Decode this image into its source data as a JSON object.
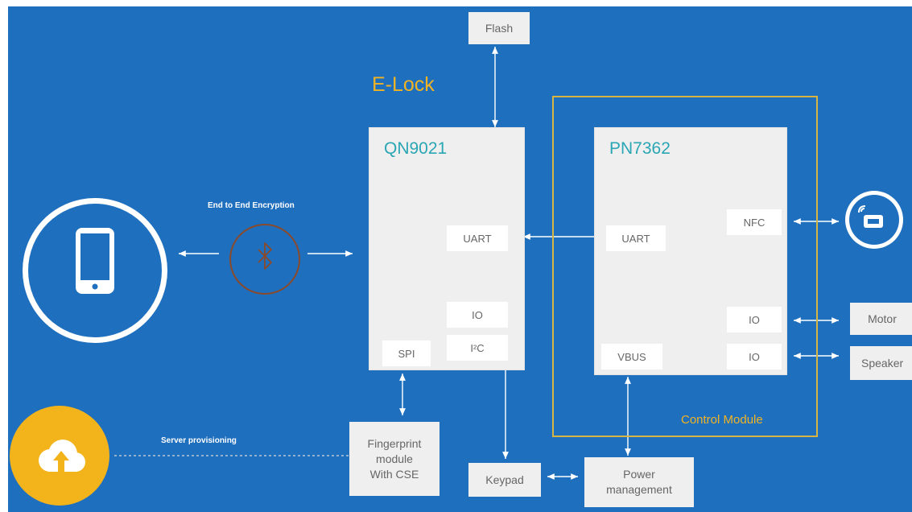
{
  "diagram": {
    "system_title": "E-Lock",
    "control_module_label": "Control Module",
    "bt_caption": "End to End Encryption",
    "server_caption": "Server provisioning",
    "bluetooth_icon": "bluetooth-icon",
    "phone_icon": "smartphone-icon",
    "cloud_icon": "cloud-upload-icon",
    "nfc_icon": "nfc-card-icon",
    "colors": {
      "background": "#1f6fbf",
      "accent_gold": "#f0b323",
      "chip_title": "#2aa6b4",
      "bluetooth_ring": "#8a4a2a"
    },
    "chips": {
      "qn9021": {
        "title": "QN9021",
        "ports": {
          "uart": "UART",
          "io": "IO",
          "i2c": "I²C",
          "spi": "SPI"
        }
      },
      "pn7362": {
        "title": "PN7362",
        "ports": {
          "uart": "UART",
          "nfc": "NFC",
          "io1": "IO",
          "io2": "IO",
          "vbus": "VBUS"
        }
      }
    },
    "external": {
      "flash": "Flash",
      "fingerprint": [
        "Fingerprint",
        "module",
        "With CSE"
      ],
      "keypad": "Keypad",
      "power": [
        "Power",
        "management"
      ],
      "motor": "Motor",
      "speaker": "Speaker"
    }
  }
}
